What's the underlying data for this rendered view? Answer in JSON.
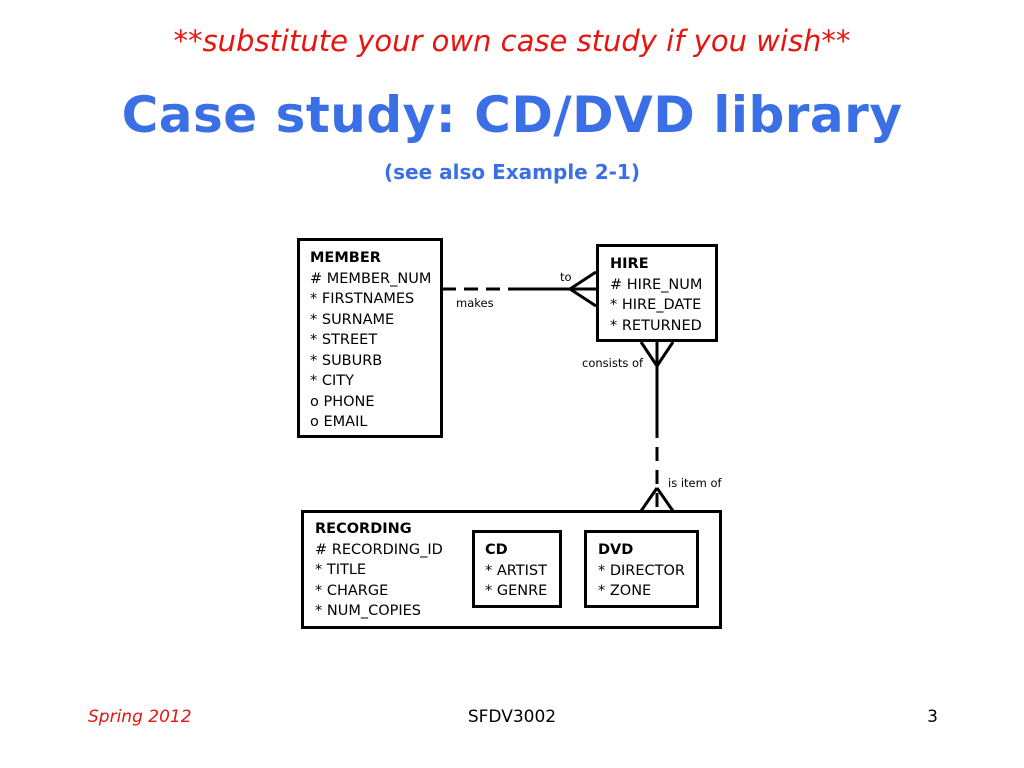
{
  "slide": {
    "note": "**substitute your own case study if you wish**",
    "title": "Case study: CD/DVD library",
    "reference": "(see also Example 2-1)"
  },
  "entities": {
    "member": {
      "name": "MEMBER",
      "attributes": [
        "# MEMBER_NUM",
        "* FIRSTNAMES",
        "* SURNAME",
        "* STREET",
        "* SUBURB",
        "* CITY",
        "o PHONE",
        "o EMAIL"
      ]
    },
    "hire": {
      "name": "HIRE",
      "attributes": [
        "# HIRE_NUM",
        "* HIRE_DATE",
        "* RETURNED"
      ]
    },
    "recording": {
      "name": "RECORDING",
      "attributes": [
        "# RECORDING_ID",
        "* TITLE",
        "* CHARGE",
        "* NUM_COPIES"
      ]
    },
    "cd": {
      "name": "CD",
      "attributes": [
        "* ARTIST",
        "* GENRE"
      ]
    },
    "dvd": {
      "name": "DVD",
      "attributes": [
        "* DIRECTOR",
        "* ZONE"
      ]
    }
  },
  "relationships": {
    "member_hire_member_side": "makes",
    "member_hire_hire_side": "to",
    "hire_recording_hire_side": "consists of",
    "hire_recording_recording_side": "is item of"
  },
  "footer": {
    "left": "Spring 2012",
    "center": "SFDV3002",
    "right": "3"
  },
  "colors": {
    "note": "#e8140e",
    "title": "#3a6fe6",
    "footer_left": "#e8140e"
  }
}
